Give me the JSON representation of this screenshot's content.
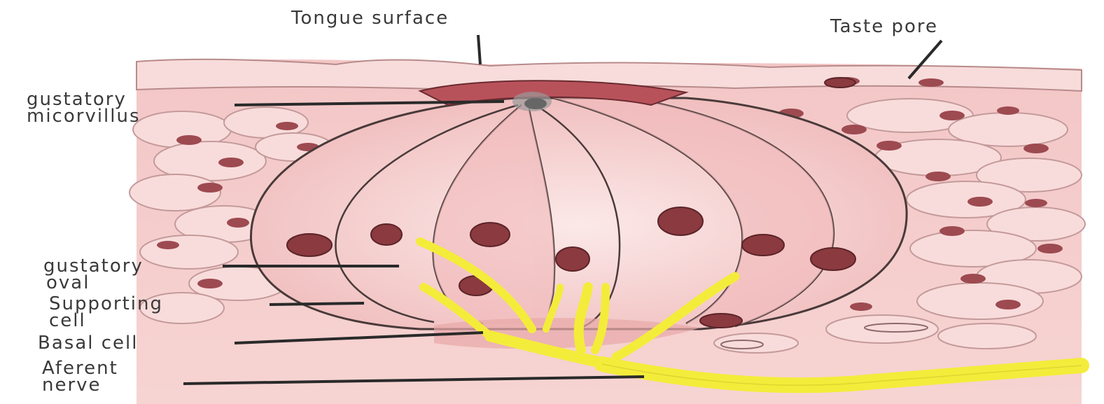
{
  "labels": {
    "tongue_surface": "Tongue surface",
    "taste_pore": "Taste pore",
    "gustatory_microvillus_line1": "gustatory",
    "gustatory_microvillus_line2": "micorvillus",
    "gustatory_oval_line1": "gustatory",
    "gustatory_oval_line2": "oval",
    "supporting_cell_line1": "Supporting",
    "supporting_cell_line2": "cell",
    "basal_cell": "Basal cell",
    "afferent_nerve_line1": "Aferent",
    "afferent_nerve_line2": "nerve"
  },
  "colors": {
    "tissue": "#f2c3c3",
    "cell_fill": "#f6d5d4",
    "nucleus": "#8b3a3f",
    "outline": "#4a3a3a",
    "nerve": "#f4ec3a",
    "leader_line": "#2a2a2a",
    "label_text": "#3a3a3a"
  }
}
